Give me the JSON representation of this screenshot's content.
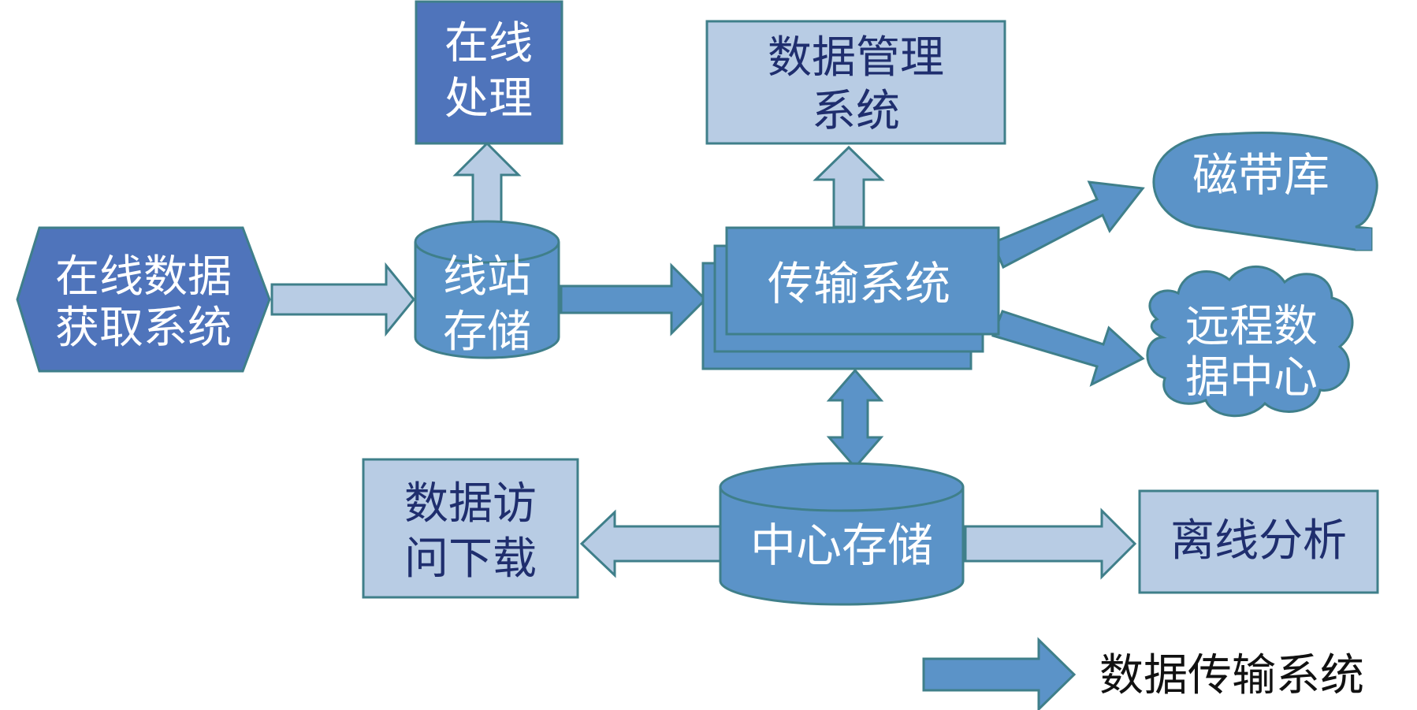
{
  "nodes": {
    "online_acquisition": "在线数据获取系统",
    "online_processing": "在线处理",
    "data_management": "数据管理系统",
    "tape_library": "磁带库",
    "station_storage": "线站存储",
    "transfer_system": "传输系统",
    "remote_datacenter": "远程数据中心",
    "data_access": "数据访问下载",
    "central_storage": "中心存储",
    "offline_analysis": "离线分析"
  },
  "node_lines": {
    "online_acquisition": [
      "在线数据",
      "获取系统"
    ],
    "online_processing": [
      "在线",
      "处理"
    ],
    "data_management": [
      "数据管理",
      "系统"
    ],
    "station_storage": [
      "线站",
      "存储"
    ],
    "remote_datacenter": [
      "远程数",
      "据中心"
    ],
    "data_access": [
      "数据访",
      "问下载"
    ]
  },
  "legend": {
    "label": "数据传输系统"
  },
  "colors": {
    "dark_blue": "#4f74bb",
    "mid_blue": "#5b93c8",
    "light_blue": "#b8cce4",
    "outline": "#3f7f8a",
    "text_light": "#ffffff",
    "text_dark": "#1f2e6e",
    "legend_text": "#111111"
  }
}
